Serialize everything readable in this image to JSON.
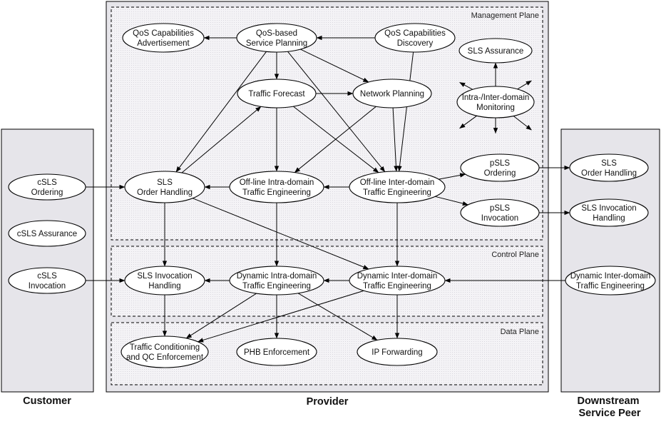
{
  "regions": {
    "customer": "Customer",
    "provider": "Provider",
    "peer": [
      "Downstream",
      "Service Peer"
    ]
  },
  "planes": {
    "management": "Management Plane",
    "control": "Control Plane",
    "data": "Data Plane"
  },
  "nodes": {
    "qos_cap_adv": [
      "QoS Capabilities",
      "Advertisement"
    ],
    "qos_planning": [
      "QoS-based",
      "Service Planning"
    ],
    "qos_cap_disc": [
      "QoS Capabilities",
      "Discovery"
    ],
    "sls_assurance": [
      "SLS Assurance"
    ],
    "traffic_forecast": [
      "Traffic Forecast"
    ],
    "network_planning": [
      "Network Planning"
    ],
    "monitoring": [
      "Intra-/Inter-domain",
      "Monitoring"
    ],
    "sls_order_handling": [
      "SLS",
      "Order Handling"
    ],
    "offline_intra": [
      "Off-line Intra-domain",
      "Traffic Engineering"
    ],
    "offline_inter": [
      "Off-line Inter-domain",
      "Traffic Engineering"
    ],
    "psls_ordering": [
      "pSLS",
      "Ordering"
    ],
    "psls_invocation": [
      "pSLS",
      "Invocation"
    ],
    "csls_ordering": [
      "cSLS",
      "Ordering"
    ],
    "csls_assurance": [
      "cSLS Assurance"
    ],
    "csls_invocation": [
      "cSLS",
      "Invocation"
    ],
    "sls_invocation_handling": [
      "SLS Invocation",
      "Handling"
    ],
    "dyn_intra": [
      "Dynamic Intra-domain",
      "Traffic Engineering"
    ],
    "dyn_inter": [
      "Dynamic Inter-domain",
      "Traffic Engineering"
    ],
    "traffic_conditioning": [
      "Traffic Conditioning",
      "and QC Enforcement"
    ],
    "phb": [
      "PHB Enforcement"
    ],
    "ip_forwarding": [
      "IP Forwarding"
    ],
    "peer_sls_order_handling": [
      "SLS",
      "Order Handling"
    ],
    "peer_sls_invocation_handling": [
      "SLS Invocation",
      "Handling"
    ],
    "peer_dyn_inter": [
      "Dynamic Inter-domain",
      "Traffic Engineering"
    ]
  },
  "colors": {
    "panel_fill": "#e8e6ea",
    "plane_fill": "#f6f5f7",
    "stroke": "#000000"
  }
}
